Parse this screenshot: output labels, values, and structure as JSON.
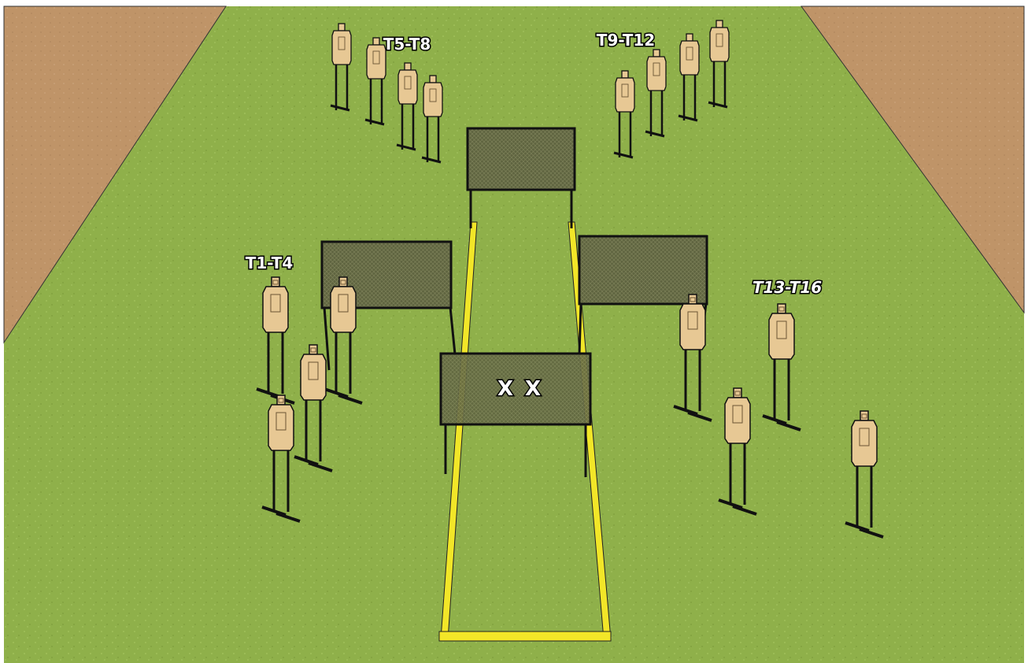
{
  "labels": {
    "group_t1_t4": "T1-T4",
    "group_t5_t8": "T5-T8",
    "group_t9_t12": "T9-T12",
    "group_t13_t16": "T13-T16"
  },
  "shooting_position_marks": [
    "X",
    "X"
  ],
  "colors": {
    "grass": "#8fb04a",
    "dirt_berm": "#bf9468",
    "fault_line": "#f2e628",
    "wall_mesh": "#5f6440",
    "target_cardboard": "#e7c894",
    "outline": "#111111"
  }
}
